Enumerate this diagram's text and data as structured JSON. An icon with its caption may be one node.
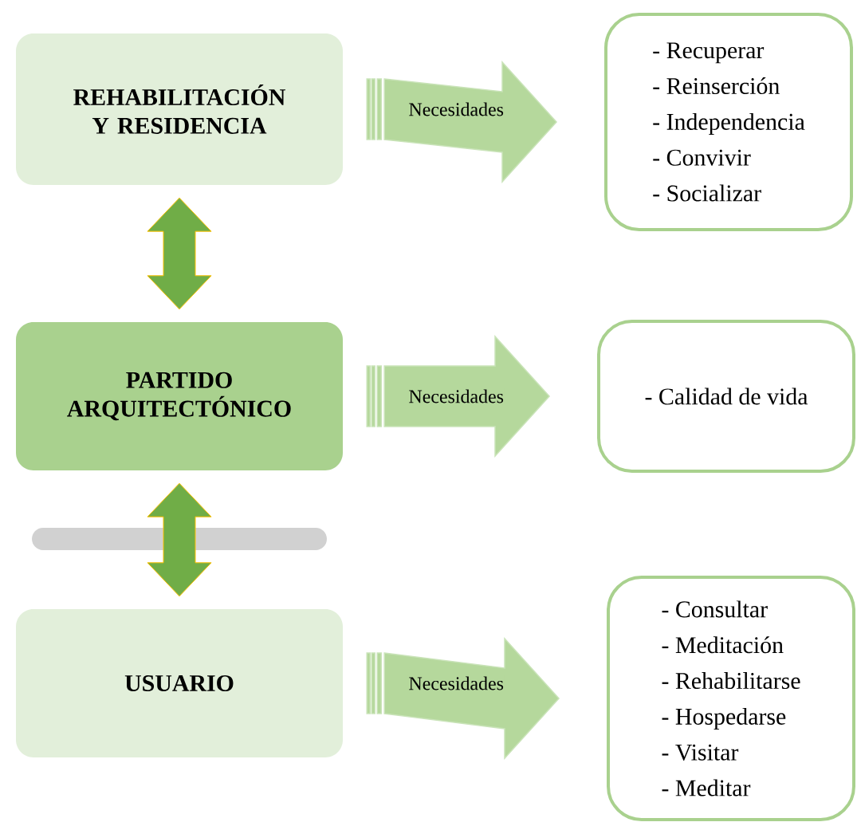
{
  "diagram": {
    "nodes": [
      {
        "text": [
          "REHABILITACIÓN Y RESIDENCIA"
        ]
      },
      {
        "text": [
          "PARTIDO ARQUITECTÓNICO"
        ]
      },
      {
        "text": [
          "USUARIO"
        ]
      },
      {
        "text": [
          "- Recuperar",
          "- Reinserción",
          "- Independencia",
          "- Convivir",
          "- Socializar"
        ]
      },
      {
        "text": [
          "- Calidad de vida"
        ]
      },
      {
        "text": [
          "- Consultar",
          "- Meditación",
          "- Rehabilitarse",
          "- Hospedarse",
          "- Visitar",
          "- Meditar"
        ]
      }
    ],
    "edges": [
      {
        "from": 0,
        "to": 3,
        "arrow": "to",
        "label": "Necesidades"
      },
      {
        "from": 1,
        "to": 4,
        "arrow": "to",
        "label": "Necesidades"
      },
      {
        "from": 2,
        "to": 5,
        "arrow": "to",
        "label": "Necesidades"
      },
      {
        "from": 0,
        "to": 1,
        "arrow": "both"
      },
      {
        "from": 1,
        "to": 2,
        "arrow": "both"
      }
    ]
  }
}
